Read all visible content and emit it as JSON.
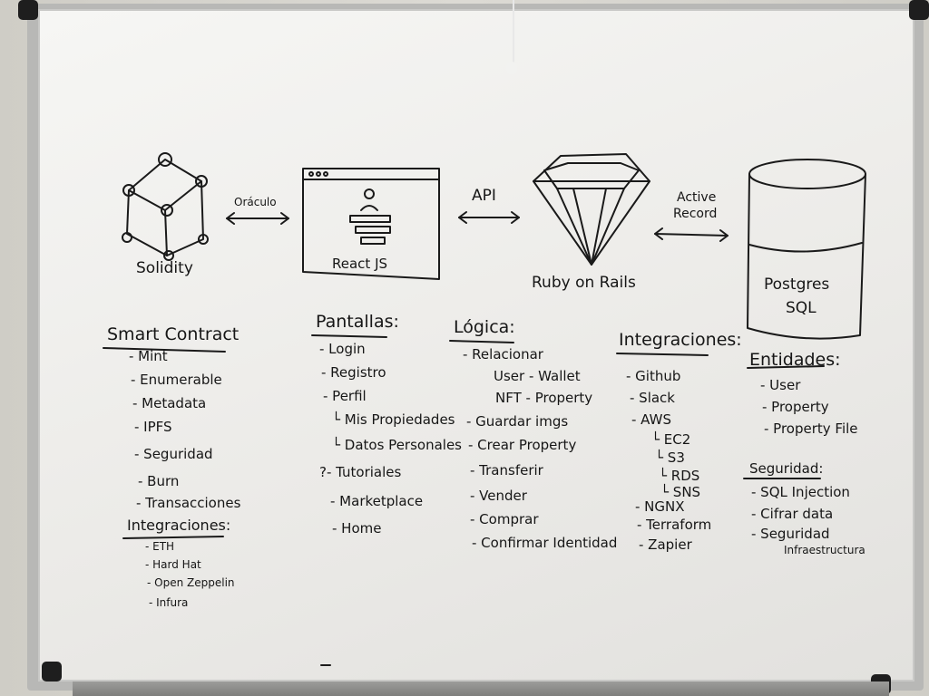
{
  "diagram": {
    "solidity": "Solidity",
    "oraculo": "Oráculo",
    "react": "React JS",
    "api": "API",
    "rails": "Ruby on Rails",
    "active_record_1": "Active",
    "active_record_2": "Record",
    "postgres_1": "Postgres",
    "postgres_2": "SQL"
  },
  "smart_contract": {
    "title": "Smart Contract",
    "items": [
      "- Mint",
      "- Enumerable",
      "- Metadata",
      "- IPFS",
      "- Seguridad",
      "- Burn",
      "- Transacciones"
    ],
    "integraciones_title": "Integraciones:",
    "integraciones": [
      "- ETH",
      "- Hard Hat",
      "- Open Zeppelin",
      "- Infura"
    ]
  },
  "pantallas": {
    "title": "Pantallas:",
    "items": [
      "- Login",
      "- Registro",
      "- Perfil",
      "└ Mis Propiedades",
      "└ Datos Personales",
      "?- Tutoriales",
      "- Marketplace",
      "- Home"
    ]
  },
  "logica": {
    "title": "Lógica:",
    "items": [
      "- Relacionar",
      "User - Wallet",
      "NFT - Property",
      "- Guardar imgs",
      "- Crear Property",
      "- Transferir",
      "- Vender",
      "- Comprar",
      "- Confirmar Identidad"
    ]
  },
  "integraciones": {
    "title": "Integraciones:",
    "items": [
      "- Github",
      "- Slack",
      "- AWS",
      "└ EC2",
      "└ S3",
      "└ RDS",
      "└ SNS",
      "- NGNX",
      "- Terraform",
      "- Zapier"
    ]
  },
  "entidades": {
    "title": "Entidades:",
    "items": [
      "- User",
      "- Property",
      "- Property File"
    ],
    "seguridad_title": "Seguridad:",
    "seguridad": [
      "- SQL Injection",
      "- Cifrar data",
      "- Seguridad",
      "Infraestructura"
    ]
  },
  "colors": {
    "ink": "#1a1a1a",
    "board": "#f0efec",
    "frame": "#b8b8b6"
  }
}
